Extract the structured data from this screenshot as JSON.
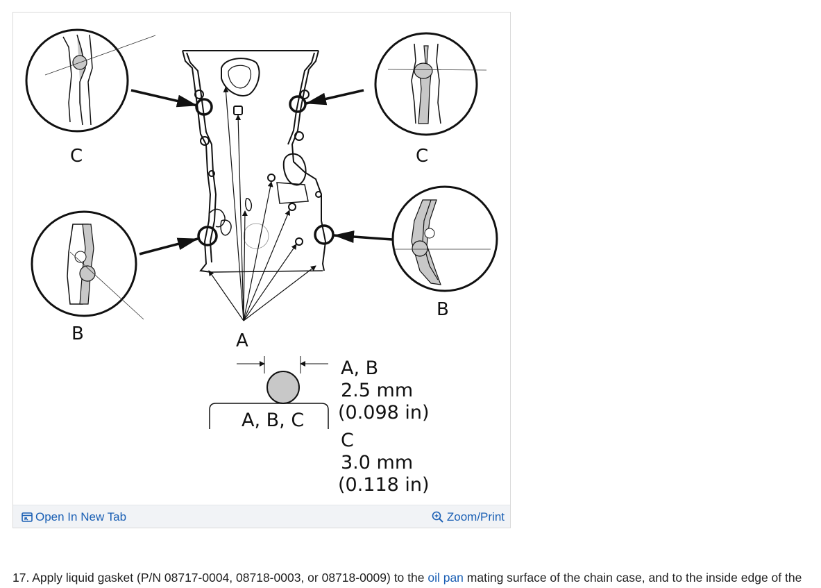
{
  "figure": {
    "callouts": {
      "top_left": "C",
      "top_right": "C",
      "bottom_left": "B",
      "bottom_right": "B",
      "center": "A"
    },
    "legend": {
      "bead_label": "A, B, C",
      "line1": "A, B",
      "line2": "2.5 mm",
      "line3": "(0.098 in)",
      "line4": "C",
      "line5": "3.0 mm",
      "line6": "(0.118 in)"
    },
    "footer": {
      "open_new_tab": "Open In New Tab",
      "zoom_print": "Zoom/Print"
    }
  },
  "instruction": {
    "step_prefix": "17. Apply liquid gasket (P/N 08717-0004, 08718-0003, or 08718-0009) to the ",
    "link_text": "oil pan",
    "step_suffix": " mating surface of the chain case, and to the inside edge of the"
  },
  "colors": {
    "link": "#1a5fb4",
    "bead_fill": "#c8c8c8",
    "footer_bg": "#f1f3f6"
  }
}
